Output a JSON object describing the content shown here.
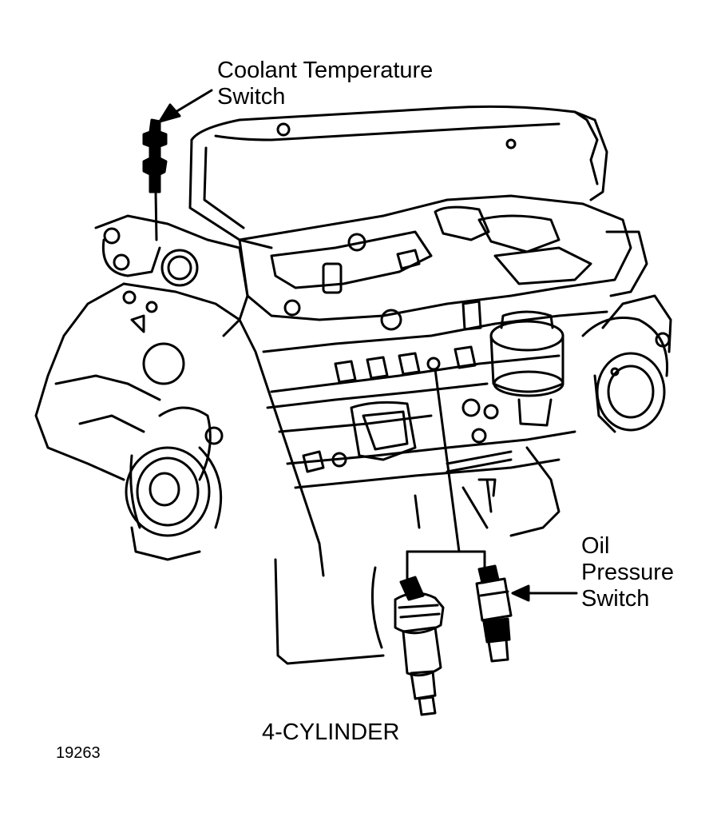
{
  "labels": {
    "coolant_switch": [
      "Coolant Temperature",
      "Switch"
    ],
    "oil_switch": [
      "Oil",
      "Pressure",
      "Switch"
    ],
    "caption": "4-CYLINDER",
    "figure_number": "19263"
  },
  "colors": {
    "ink": "#000000",
    "paper": "#ffffff"
  }
}
